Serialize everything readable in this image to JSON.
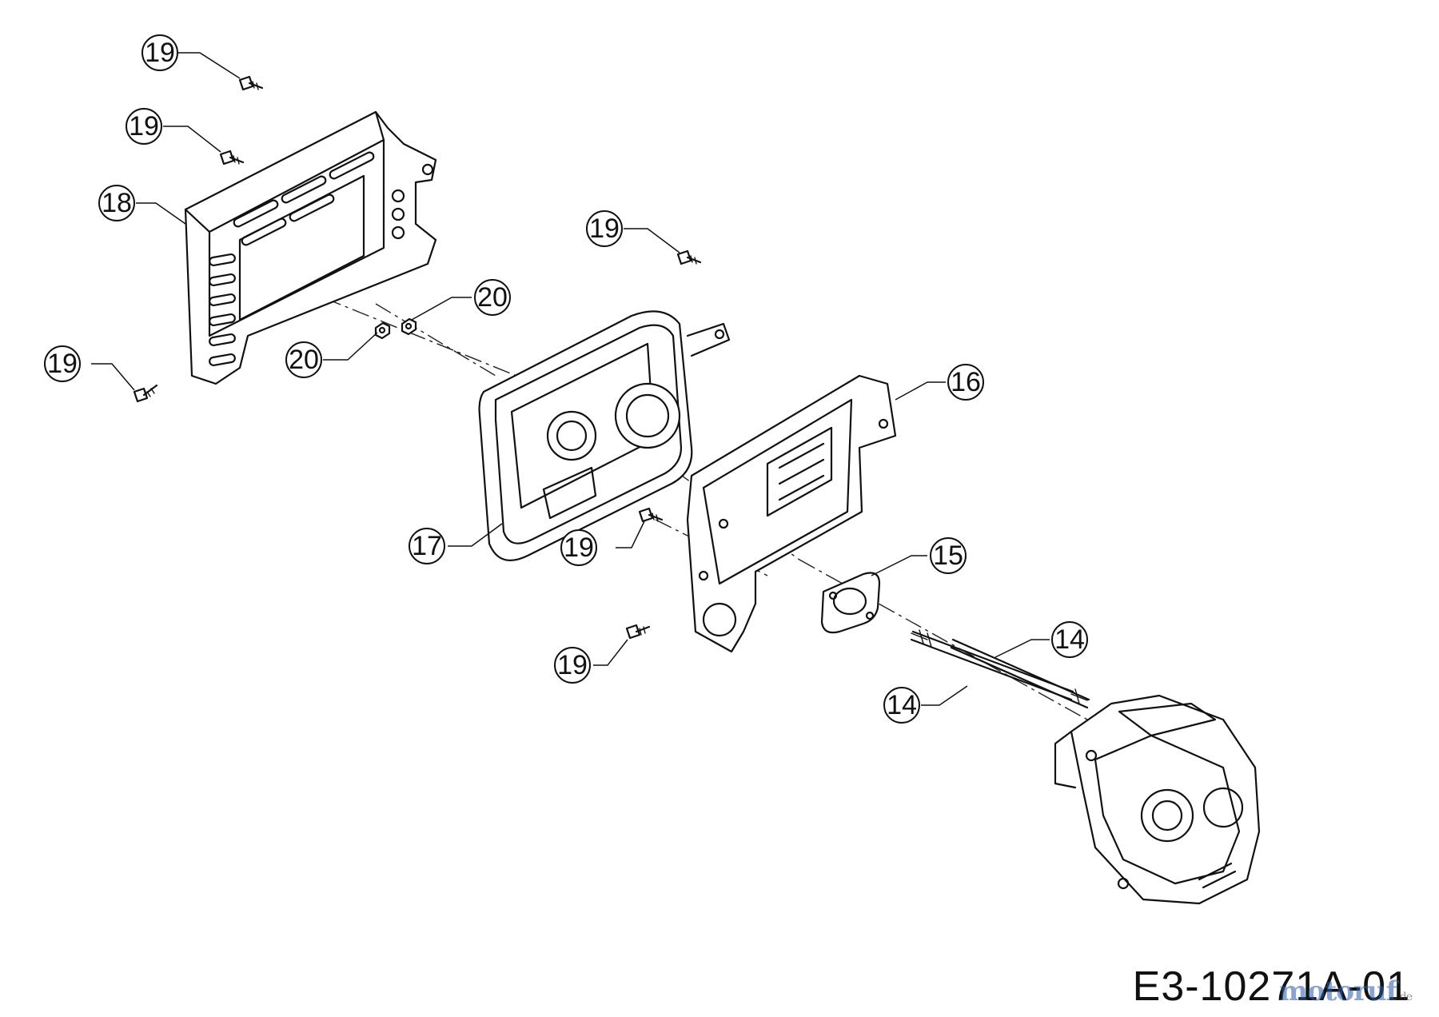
{
  "diagram": {
    "reference_code": "E3-10271A-01",
    "watermark": "motoruf",
    "watermark_tld": ".de",
    "callouts": [
      {
        "id": "c1",
        "label": "19",
        "target": "screw-top"
      },
      {
        "id": "c2",
        "label": "19",
        "target": "screw-upper-left"
      },
      {
        "id": "c3",
        "label": "18",
        "target": "heat-shield-cage"
      },
      {
        "id": "c4",
        "label": "19",
        "target": "screw-lower-left"
      },
      {
        "id": "c5",
        "label": "20",
        "target": "nut-upper"
      },
      {
        "id": "c6",
        "label": "20",
        "target": "nut-lower"
      },
      {
        "id": "c7",
        "label": "19",
        "target": "screw-muffler-top"
      },
      {
        "id": "c8",
        "label": "16",
        "target": "muffler-bracket"
      },
      {
        "id": "c9",
        "label": "17",
        "target": "muffler"
      },
      {
        "id": "c10",
        "label": "19",
        "target": "screw-bracket-mid"
      },
      {
        "id": "c11",
        "label": "15",
        "target": "exhaust-gasket"
      },
      {
        "id": "c12",
        "label": "19",
        "target": "screw-bracket-low"
      },
      {
        "id": "c13",
        "label": "14",
        "target": "stud-upper"
      },
      {
        "id": "c14",
        "label": "14",
        "target": "stud-lower"
      }
    ]
  }
}
